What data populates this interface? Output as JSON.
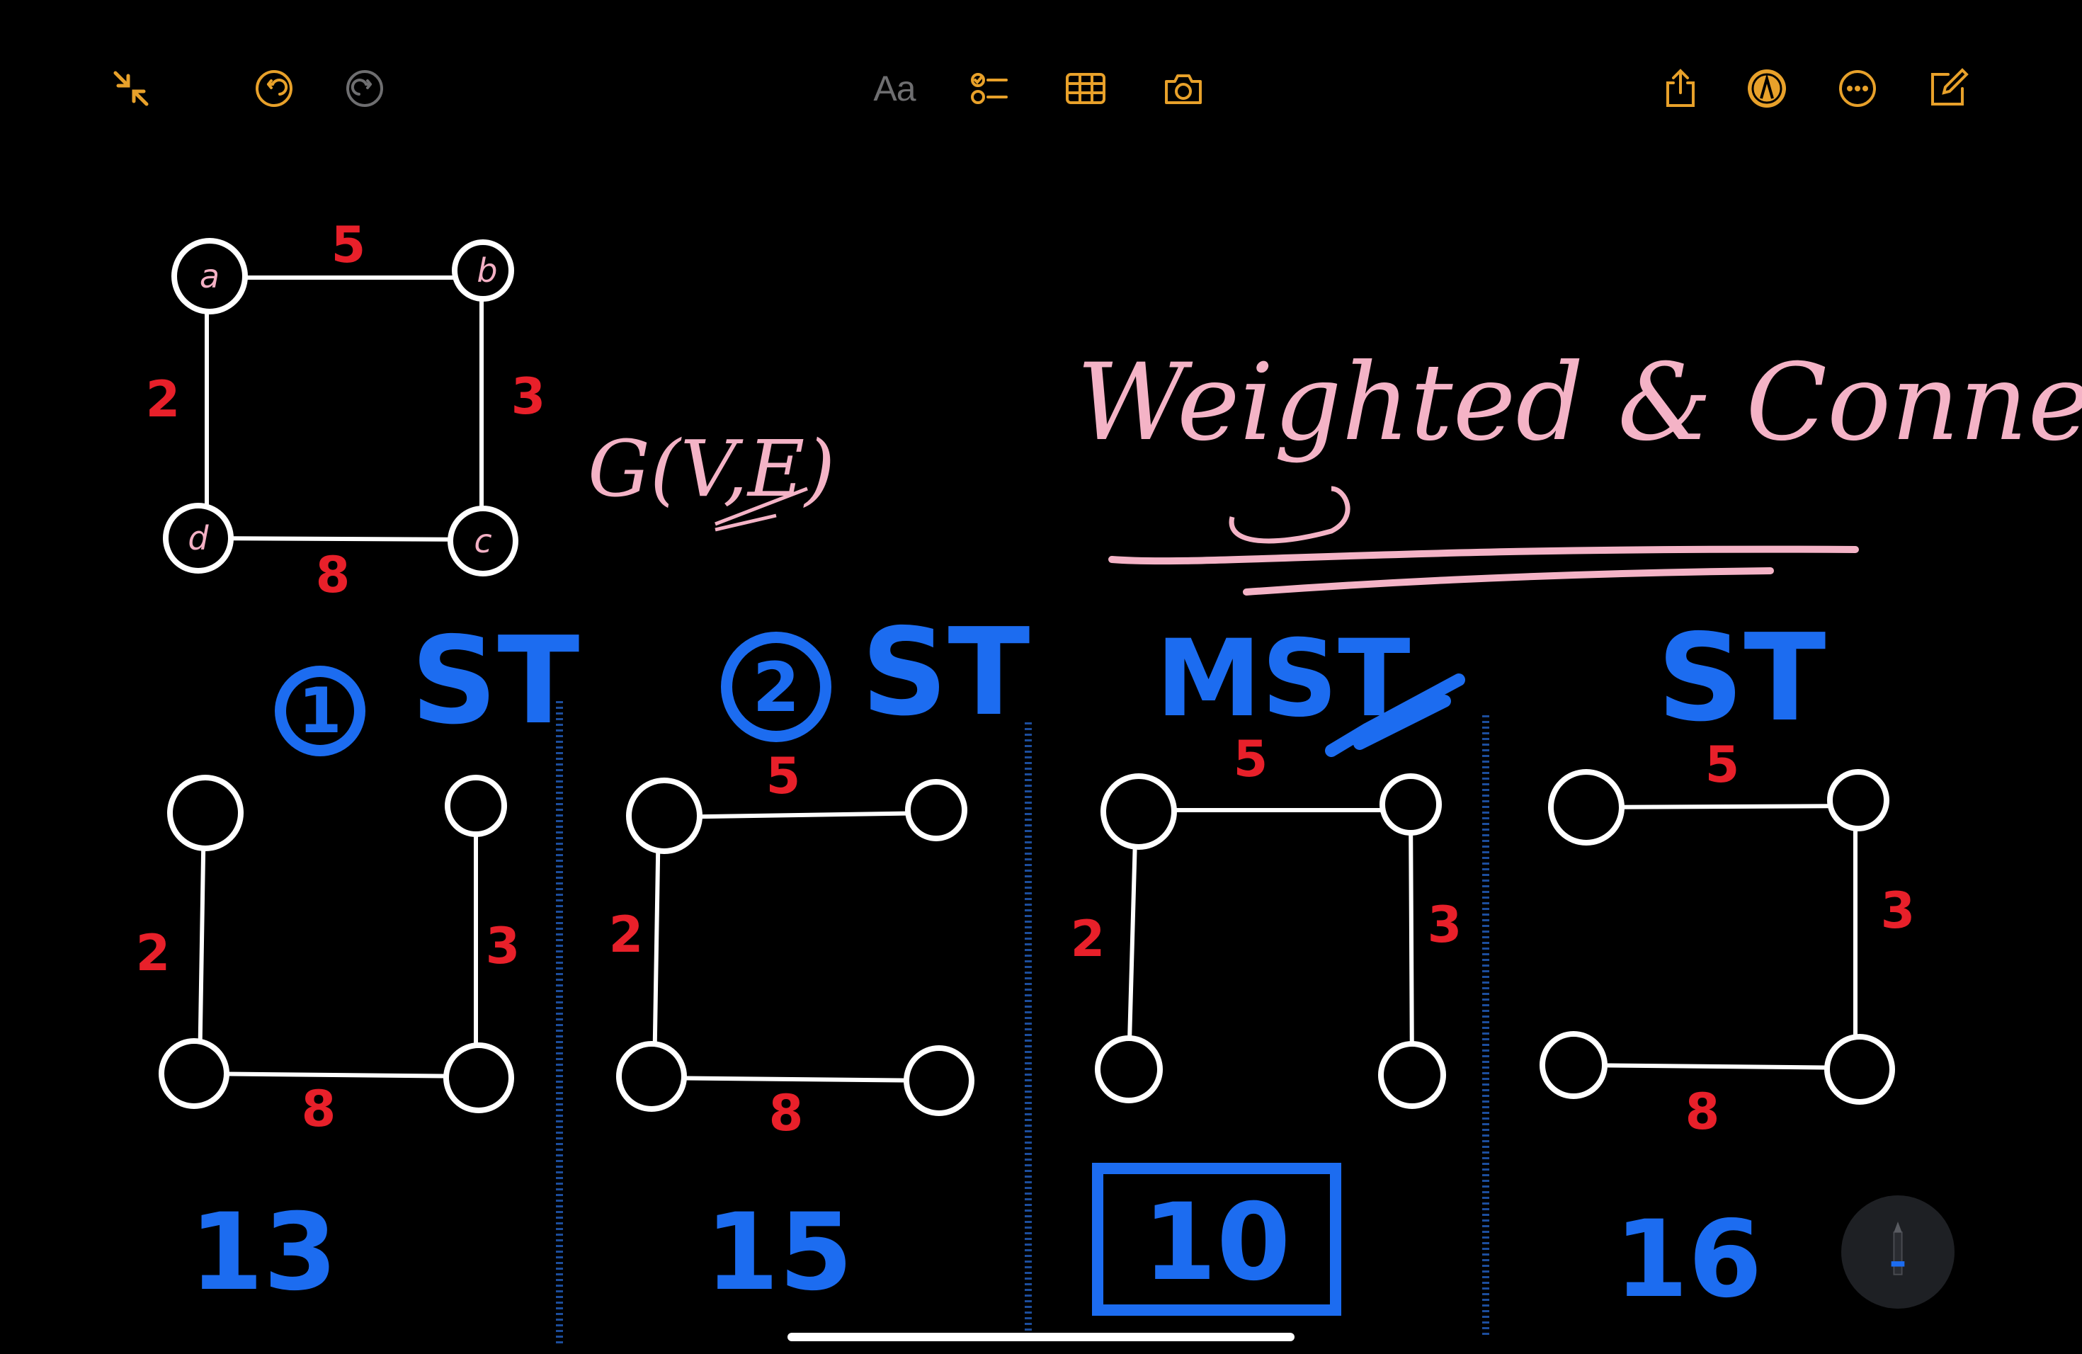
{
  "colors": {
    "toolbar_accent": "#e8a12a",
    "toolbar_disabled": "#6e6e70",
    "weight_red": "#e8202a",
    "ink_blue": "#1c6cf0",
    "ink_pink": "#f4b3c6",
    "separator_blue": "#1c4d9c"
  },
  "toolbar": {
    "collapse_icon": "collapse-arrows-icon",
    "undo_icon": "undo-icon",
    "redo_icon": "redo-icon",
    "text_format_label": "Aa",
    "checklist_icon": "checklist-icon",
    "table_icon": "table-icon",
    "camera_icon": "camera-icon",
    "share_icon": "share-icon",
    "markup_icon": "markup-pen-icon",
    "more_icon": "more-ellipsis-icon",
    "compose_icon": "compose-icon"
  },
  "note": {
    "graph": {
      "nodes": [
        "a",
        "b",
        "c",
        "d"
      ],
      "edges": [
        {
          "from": "a",
          "to": "b",
          "weight": "5"
        },
        {
          "from": "b",
          "to": "c",
          "weight": "3"
        },
        {
          "from": "d",
          "to": "c",
          "weight": "8"
        },
        {
          "from": "a",
          "to": "d",
          "weight": "2"
        }
      ]
    },
    "graph_notation": "G(V,E)",
    "heading": "Weighted & Connected",
    "trees": [
      {
        "number": "1",
        "label": "ST",
        "weights": [
          "2",
          "3",
          "8"
        ],
        "total": "13"
      },
      {
        "number": "2",
        "label": "ST",
        "weights": [
          "5",
          "2",
          "8"
        ],
        "total": "15"
      },
      {
        "number": "",
        "label": "MST",
        "weights": [
          "5",
          "2",
          "3"
        ],
        "total": "10",
        "check": true
      },
      {
        "number": "",
        "label": "ST",
        "weights": [
          "5",
          "3",
          "8"
        ],
        "total": "16"
      }
    ]
  }
}
